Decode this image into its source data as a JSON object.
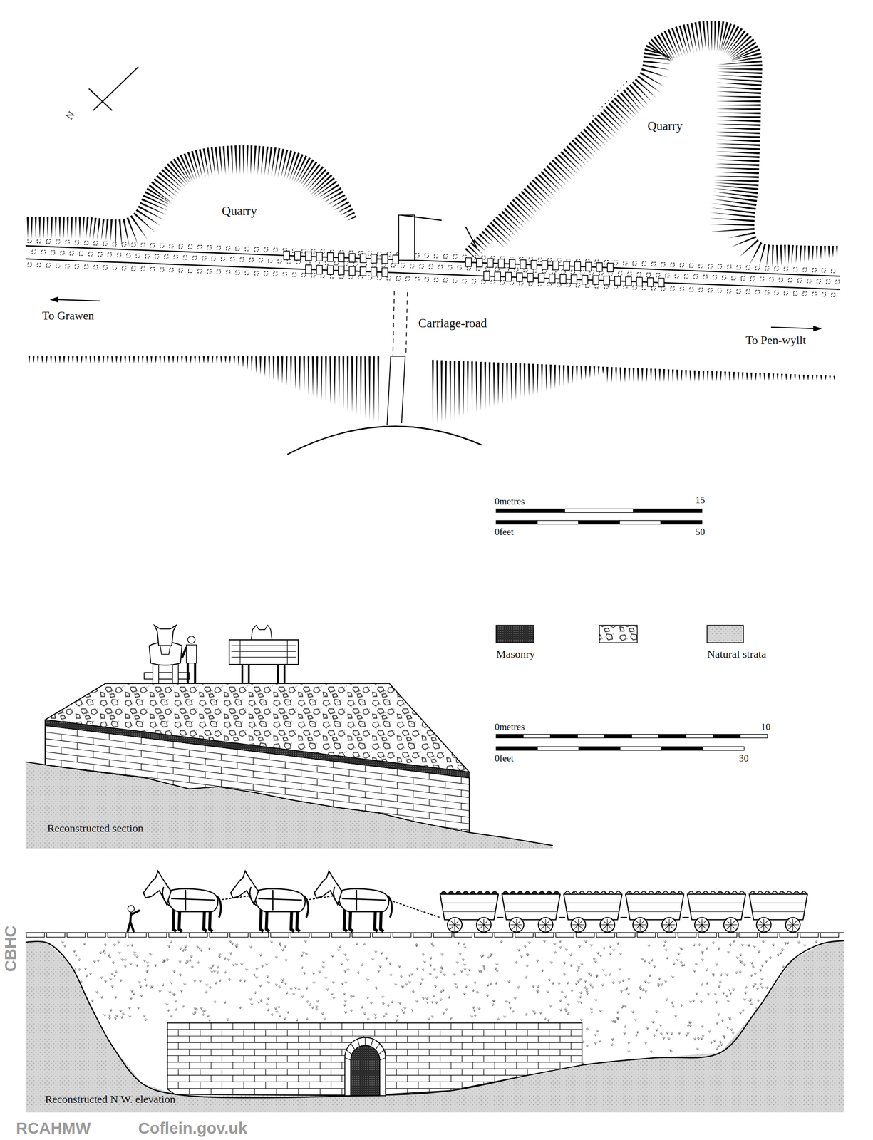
{
  "diagram": {
    "labels": [
      "N",
      "Quarry",
      "Quarry",
      "To Grawen",
      "Carriage-road",
      "To Pen-wyllt",
      "0metres",
      "15",
      "0feet",
      "50",
      "0metres",
      "10",
      "0feet",
      "30",
      "Reconstructed section",
      "Reconstructed N W. elevation",
      "CBHC",
      "RCAHMW",
      "Coflein.gov.uk"
    ],
    "legend": [
      {
        "text": "Masonry"
      },
      {
        "text": "Natural strata"
      }
    ]
  }
}
